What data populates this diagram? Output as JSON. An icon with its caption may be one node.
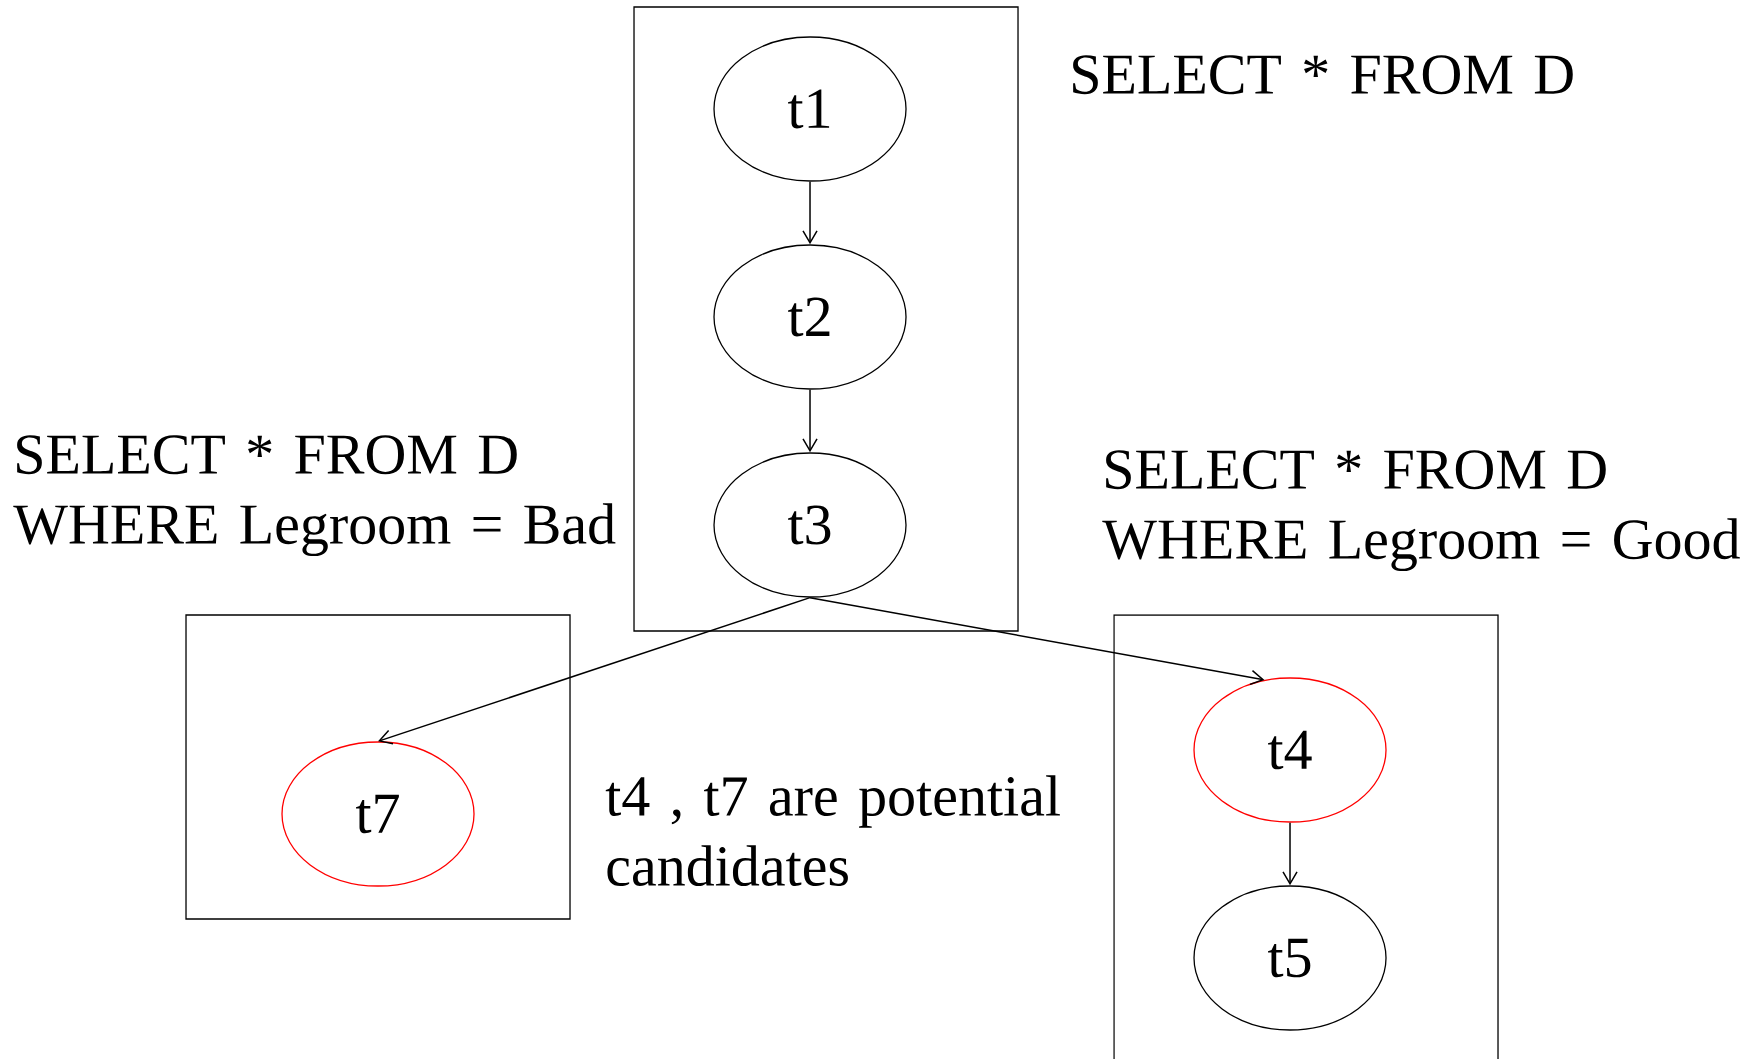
{
  "diagram": {
    "nodes": [
      {
        "text": [
          "SELECT * FROM D"
        ]
      },
      {
        "text": [
          "t1"
        ],
        "in": 0
      },
      {
        "text": [
          "t2"
        ],
        "in": 0
      },
      {
        "text": [
          "t3"
        ],
        "in": 0
      },
      {
        "text": [
          "SELECT * FROM D WHERE Legroom = Bad"
        ]
      },
      {
        "text": [
          "t7"
        ],
        "in": 4
      },
      {
        "text": [
          "SELECT * FROM D WHERE Legroom = Good"
        ]
      },
      {
        "text": [
          "t4"
        ],
        "in": 6
      },
      {
        "text": [
          "t5"
        ],
        "in": 6
      }
    ],
    "edges": [
      {
        "from": 1,
        "to": 2,
        "arrow": "to"
      },
      {
        "from": 2,
        "to": 3,
        "arrow": "to"
      },
      {
        "from": 3,
        "to": 5,
        "arrow": "to"
      },
      {
        "from": 3,
        "to": 7,
        "arrow": "to"
      },
      {
        "from": 7,
        "to": 8,
        "arrow": "to"
      }
    ],
    "labels": [
      "t4 , t7 are potential candidates"
    ]
  }
}
